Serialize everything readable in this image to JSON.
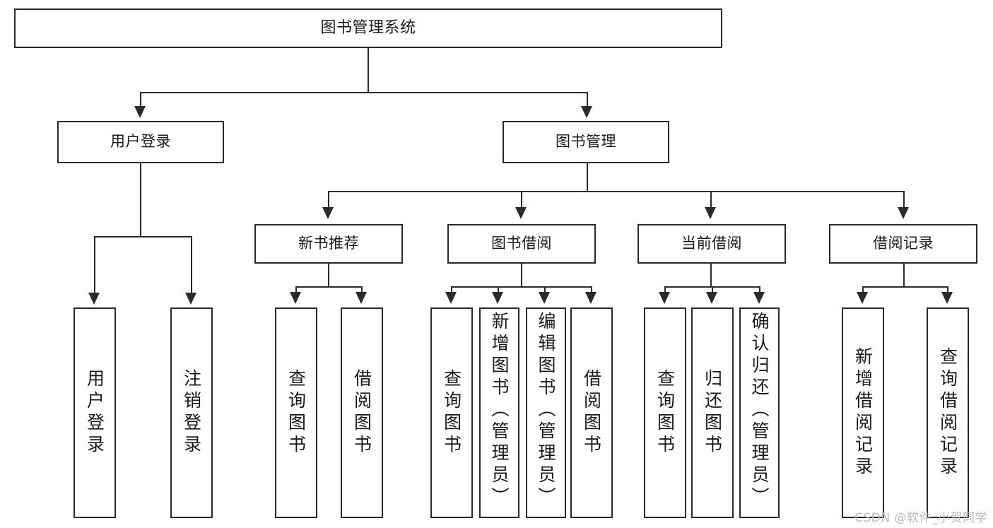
{
  "diagram": {
    "type": "tree",
    "title": "图书管理系统",
    "root": {
      "label": "图书管理系统"
    },
    "level2": [
      {
        "label": "用户登录"
      },
      {
        "label": "图书管理"
      }
    ],
    "level3": [
      {
        "label": "新书推荐"
      },
      {
        "label": "图书借阅"
      },
      {
        "label": "当前借阅"
      },
      {
        "label": "借阅记录"
      }
    ],
    "leaves": {
      "user_login": [
        {
          "label": "用户登录"
        },
        {
          "label": "注销登录"
        }
      ],
      "new_book_recommend": [
        {
          "label": "查询图书"
        },
        {
          "label": "借阅图书"
        }
      ],
      "book_borrow": [
        {
          "label": "查询图书"
        },
        {
          "label": "新增图书（管理员）"
        },
        {
          "label": "编辑图书（管理员）"
        },
        {
          "label": "借阅图书"
        }
      ],
      "current_borrow": [
        {
          "label": "查询图书"
        },
        {
          "label": "归还图书"
        },
        {
          "label": "确认归还（管理员）"
        }
      ],
      "borrow_record": [
        {
          "label": "新增借阅记录"
        },
        {
          "label": "查询借阅记录"
        }
      ]
    }
  },
  "watermark": {
    "text": "CSDN @软件_小贺同学"
  },
  "colors": {
    "line": "#2b2b2b",
    "box_fill": "#ffffff",
    "text": "#1a1a1a",
    "watermark": "#b9b9b9"
  }
}
